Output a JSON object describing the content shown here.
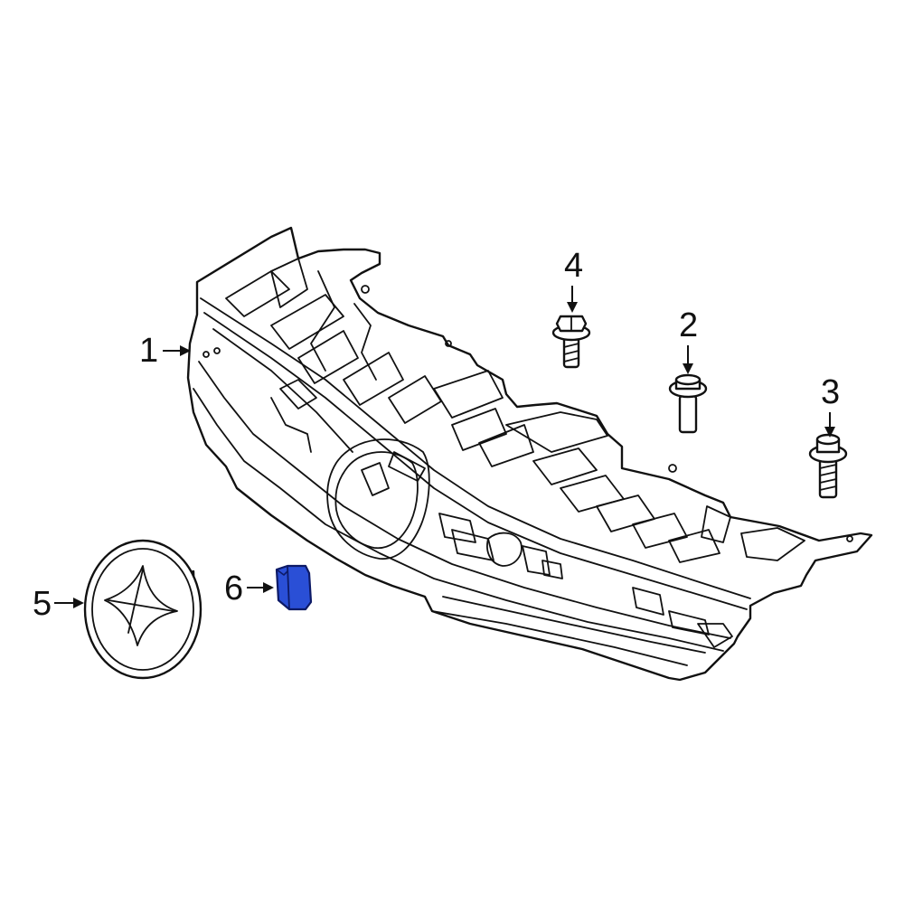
{
  "callouts": [
    {
      "id": "1",
      "label": "1"
    },
    {
      "id": "2",
      "label": "2"
    },
    {
      "id": "3",
      "label": "3"
    },
    {
      "id": "4",
      "label": "4"
    },
    {
      "id": "5",
      "label": "5"
    },
    {
      "id": "6",
      "label": "6"
    }
  ],
  "colors": {
    "line": "#111111",
    "background": "#ffffff",
    "highlight_fill": "#2a4fd6",
    "highlight_stroke": "#0d1a66"
  }
}
